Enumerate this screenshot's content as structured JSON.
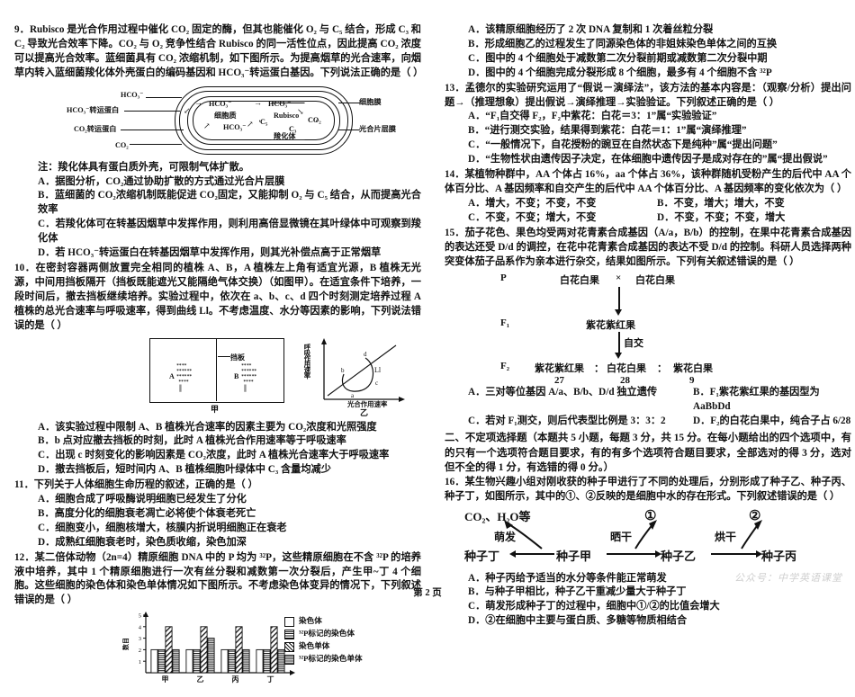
{
  "page": {
    "footer": "第 2 页",
    "watermark": "公众号：中学英语课堂"
  },
  "left_column": {
    "q9": {
      "stem": "9．Rubisco 是光合作用过程中催化 CO₂ 固定的酶，但其也能催化 O₂ 与 C₅ 结合，形成 C₃ 和 C₂ 导致光合效率下降。CO₂ 与 O₂ 竞争性结合 Rubisco 的同一活性位点，因此提高 CO₂ 浓度可以提高光合效率。蓝细菌具有 CO₂ 浓缩机制，如下图所示。为提高烟草的光合速率，向烟草内转入蓝细菌羧化体外壳蛋白的编码基因和 HCO₃⁻转运蛋白基因。下列说法正确的是（        ）",
      "figure": {
        "labels": {
          "hco3_out": "HCO₃⁻",
          "hco3_transporter": "HCO₃⁻转运蛋白",
          "co2_transporter": "CO₂转运蛋白",
          "co2_out": "CO₂",
          "cytoplasm": "细胞质",
          "hco3_mid": "HCO₃⁻",
          "hco3_in": "HCO₃⁻",
          "hco3_low": "HCO₃⁻",
          "rubisco": "Rubisco",
          "c5": "C₅",
          "c3": "C₃",
          "co2_in": "CO₂",
          "carboxysome": "羧化体",
          "cell_membrane": "细胞膜",
          "thylakoid": "光合片层膜"
        }
      },
      "note": "注：羧化体具有蛋白质外壳，可限制气体扩散。",
      "options": [
        "A．据图分析，CO₂通过协助扩散的方式通过光合片层膜",
        "B．蓝细菌的 CO₂浓缩机制既能促进 CO₂固定，又能抑制 O₂ 与 C₅ 结合，从而提高光合效率",
        "C．若羧化体可在转基因烟草中发挥作用，则利用高倍显微镜在其叶绿体中可观察到羧化体",
        "D．若 HCO₃⁻转运蛋白在转基因烟草中发挥作用，则其光补偿点高于正常烟草"
      ]
    },
    "q10": {
      "stem": "10．在密封容器两侧放置完全相同的植株 A、B，A 植株左上角有适宜光源，B 植株无光源，中间用挡板隔开（挡板既能遮光又能隔绝气体交换）（如图甲）。在适宜条件下培养，一段时间后，撤去挡板继续培养。实验过程中，依次在 a、b、c、d 四个时刻测定培养过程 A 植株的总光合速率与呼吸速率，得到曲线 Ll。不考虑温度、水分等因素的影响，下列说法错误的是（        ）",
      "figure": {
        "plant_a": "A",
        "plant_b": "B",
        "board": "挡板",
        "caption_left": "甲",
        "caption_right": "乙",
        "y_axis": "呼吸作用速率",
        "x_axis": "光合作用速率",
        "curve_label": "Ll",
        "points": [
          "a",
          "b",
          "c",
          "d"
        ]
      },
      "options": [
        "A．该实验过程中限制 A、B 植株光合速率的因素主要为 CO₂浓度和光照强度",
        "B．b 点对应撤去挡板的时刻，此时 A 植株光合作用速率等于呼吸速率",
        "C．出现 c 时刻变化的影响因素是 CO₂浓度，此时 A 植株光合速率大于呼吸速率",
        "D．撤去挡板后，短时间内 A、B 植株细胞叶绿体中 C₃ 含量均减少"
      ]
    },
    "q11": {
      "stem": "11．下列关于人体细胞生命历程的叙述，正确的是（        ）",
      "options": [
        "A．细胞合成了呼吸酶说明细胞已经发生了分化",
        "B．高度分化的细胞衰老凋亡必将使个体衰老死亡",
        "C．细胞变小，细胞核增大，核膜内折说明细胞正在衰老",
        "D．成熟红细胞衰老时，染色质收缩，染色加深"
      ]
    },
    "q12": {
      "stem": "12．某二倍体动物（2n=4）精原细胞 DNA 中的 P 均为 ³²P，这些精原细胞在不含 ³²P 的培养液中培养，其中 1 个精原细胞进行一次有丝分裂和减数第一次分裂后，产生甲~丁 4 个细胞。这些细胞的染色体和染色单体情况如下图所示。不考虑染色体变异的情况下，下列叙述错误的是（        ）"
    }
  },
  "right_column": {
    "q12_options": [
      "A．该精原细胞经历了 2 次 DNA 复制和 1 次着丝粒分裂",
      "B．形成细胞乙的过程发生了同源染色体的非姐妹染色单体之间的互换",
      "C．图中的 4 个细胞处于减数第二次分裂前期或减数第二次分裂中期",
      "D．图中的 4 个细胞完成分裂形成 8 个细胞，最多有 4 个细胞不含 ³²P"
    ],
    "q13": {
      "stem": "13．孟德尔的实验研究运用了“假说－演绎法”，该方法的基本内容是：（观察/分析）提出问题→（推理想象）提出假说→演绎推理→实验验证。下列叙述正确的是（        ）",
      "options": [
        "A．“F₁自交得 F₂，F₂中紫花：白花＝3：1”属“实验验证”",
        "B．“进行测交实验，结果得到紫花：白花＝1：1”属“演绎推理”",
        "C．“一般情况下，自花授粉的豌豆在自然状态下是纯种”属“提出问题”",
        "D．“生物性状由遗传因子决定，在体细胞中遗传因子是成对存在的”属“提出假说”"
      ]
    },
    "q14": {
      "stem": "14．某植物种群中，AA 个体占 16%，aa 个体占 36%，该种群随机受粉产生的后代中 AA 个体百分比、A 基因频率和自交产生的后代中 AA 个体百分比、A 基因频率的变化依次为（        ）",
      "options_grid": [
        [
          "A．增大，不变；不变，不变",
          "B．不变，增大；增大，不变"
        ],
        [
          "C．不变，不变；增大，不变",
          "D．不变，不变；不变，增大"
        ]
      ]
    },
    "q15": {
      "stem": "15．茄子花色、果色均受两对花青素合成基因（A/a，B/b）的控制，在果中花青素合成基因的表达还受 D/d 的调控，在花中花青素合成基因的表达不受 D/d 的控制。科研人员选择两种突变体茄子品系作为亲本进行杂交，结果如图所示。下列有关叙述错误的是（        ）",
      "cross": {
        "p_label": "P",
        "p_left": "白花白果",
        "p_cross_symbol": "×",
        "p_right": "白花白果",
        "f1_label": "F₁",
        "f1_pheno": "紫花紫红果",
        "selfing": "自交",
        "f2_label": "F₂",
        "f2_pheno": [
          "紫花紫红果",
          "白花白果",
          "紫花白果"
        ],
        "f2_sep": "：",
        "f2_ratio": [
          "27",
          "28",
          "9"
        ]
      },
      "options_grid": [
        [
          "A．三对等位基因 A/a、B/b、D/d 独立遗传",
          "B．F₁紫花紫红果的基因型为 AaBbDd"
        ],
        [
          "C．若对 F₁测交，则后代表型比例是 3：3：2",
          "D．F₂的白花白果中，纯合子占 6/28"
        ]
      ]
    },
    "section2": {
      "heading": "二、不定项选择题（本题共 5 小题，每题 3 分，共 15 分。在每小题给出的四个选项中，有的只有一个选项符合题目要求，有的有多个选项符合题目要求，全部选对的得 3 分，选对但不全的得 1 分，有选错的得 0 分。）"
    },
    "q16": {
      "stem": "16．某生物兴趣小组对刚收获的种子甲进行了不同的处理后，分别形成了种子乙、种子丙、种子丁，如图所示，其中的①、②反映的是细胞中水的存在形式。下列叙述错误的是（        ）",
      "figure": {
        "co2_water": "CO₂、H₂O等",
        "mark1": "①",
        "mark2": "②",
        "germinate": "萌发",
        "sundry": "晒干",
        "ovendry": "烘干",
        "seed_ding": "种子丁",
        "seed_jia": "种子甲",
        "seed_yi": "种子乙",
        "seed_bing": "种子丙"
      },
      "options": [
        "A．种子丙给予适当的水分等条件能正常萌发",
        "B．与种子甲相比，种子乙干重减少量大于种子丁",
        "C．萌发形成种子丁的过程中，细胞中①/②的比值会增大",
        "D．②在细胞中主要与蛋白质、多糖等物质相结合"
      ]
    }
  },
  "chart_data": {
    "type": "bar",
    "title": "",
    "xlabel": "",
    "ylabel": "数目",
    "ylim": [
      0,
      5
    ],
    "yticks": [
      "1",
      "2",
      "3",
      "4",
      "5"
    ],
    "categories": [
      "甲",
      "乙",
      "丙",
      "丁"
    ],
    "series": [
      {
        "name": "染色体",
        "values": [
          2,
          2,
          2,
          2
        ]
      },
      {
        "name": "³²P标记的染色体",
        "values": [
          2,
          2,
          2,
          2
        ]
      },
      {
        "name": "染色单体",
        "values": [
          4,
          4,
          4,
          4
        ]
      },
      {
        "name": "³²P标记的染色单体",
        "values": [
          2,
          3,
          2,
          2
        ]
      }
    ],
    "legend_position": "right",
    "grid": false
  }
}
